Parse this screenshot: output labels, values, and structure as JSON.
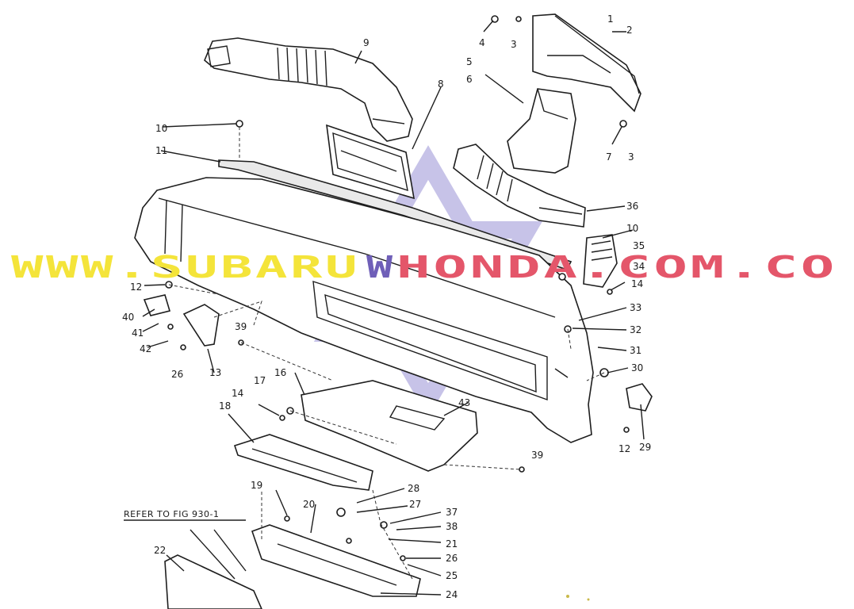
{
  "colors": {
    "ink": "#1e1e1e",
    "watermark_yellow": "#f4e43a",
    "watermark_purple": "#6f5fb8",
    "watermark_red": "#e4566a",
    "watermark_star": "#9a93d6"
  },
  "watermark": {
    "part1": "WWW.SUBARU",
    "part2": "W",
    "part3": "HONDA.COM.CO"
  },
  "reference_note": "REFER TO FIG 930-1",
  "callouts": [
    {
      "id": "c1",
      "text": "1"
    },
    {
      "id": "c2",
      "text": "2"
    },
    {
      "id": "c3a",
      "text": "3"
    },
    {
      "id": "c4",
      "text": "4"
    },
    {
      "id": "c5",
      "text": "5"
    },
    {
      "id": "c6",
      "text": "6"
    },
    {
      "id": "c7",
      "text": "7"
    },
    {
      "id": "c3b",
      "text": "3"
    },
    {
      "id": "c8",
      "text": "8"
    },
    {
      "id": "c9",
      "text": "9"
    },
    {
      "id": "c10a",
      "text": "10"
    },
    {
      "id": "c11",
      "text": "11"
    },
    {
      "id": "c36",
      "text": "36"
    },
    {
      "id": "c10b",
      "text": "10"
    },
    {
      "id": "c35",
      "text": "35"
    },
    {
      "id": "c34",
      "text": "34"
    },
    {
      "id": "c14a",
      "text": "14"
    },
    {
      "id": "c33",
      "text": "33"
    },
    {
      "id": "c32",
      "text": "32"
    },
    {
      "id": "c31",
      "text": "31"
    },
    {
      "id": "c30",
      "text": "30"
    },
    {
      "id": "c29",
      "text": "29"
    },
    {
      "id": "c12b",
      "text": "12"
    },
    {
      "id": "c12a",
      "text": "12"
    },
    {
      "id": "c40",
      "text": "40"
    },
    {
      "id": "c41",
      "text": "41"
    },
    {
      "id": "c42",
      "text": "42"
    },
    {
      "id": "c26a",
      "text": "26"
    },
    {
      "id": "c13",
      "text": "13"
    },
    {
      "id": "c39a",
      "text": "39"
    },
    {
      "id": "c16",
      "text": "16"
    },
    {
      "id": "c17",
      "text": "17"
    },
    {
      "id": "c14b",
      "text": "14"
    },
    {
      "id": "c18",
      "text": "18"
    },
    {
      "id": "c43",
      "text": "43"
    },
    {
      "id": "c39b",
      "text": "39"
    },
    {
      "id": "c19",
      "text": "19"
    },
    {
      "id": "c28",
      "text": "28"
    },
    {
      "id": "c27",
      "text": "27"
    },
    {
      "id": "c20",
      "text": "20"
    },
    {
      "id": "c37",
      "text": "37"
    },
    {
      "id": "c38",
      "text": "38"
    },
    {
      "id": "c21",
      "text": "21"
    },
    {
      "id": "c26b",
      "text": "26"
    },
    {
      "id": "c25",
      "text": "25"
    },
    {
      "id": "c22",
      "text": "22"
    },
    {
      "id": "c24",
      "text": "24"
    }
  ]
}
